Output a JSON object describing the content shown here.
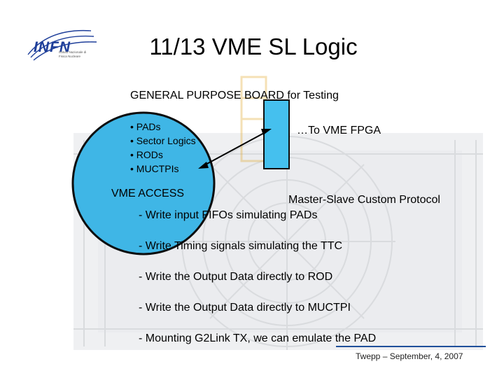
{
  "slide": {
    "title": "11/13 VME SL Logic",
    "logo": {
      "name": "INFN",
      "subtitle": "Istituto Nazionale di Fisica Nucleare"
    },
    "heading": "GENERAL PURPOSE BOARD for Testing",
    "targets": [
      "• PADs",
      "• Sector Logics",
      "• RODs",
      "• MUCTPIs"
    ],
    "fpga_label": "…To VME FPGA",
    "vme_access": "VME ACCESS",
    "protocol": "Master-Slave Custom Protocol",
    "bullets": [
      "- Write input FIFOs simulating PADs",
      "- Write Timing signals simulating the TTC",
      "- Write the Output Data directly to ROD",
      "- Write the Output Data directly to MUCTPI",
      "- Mounting G2Link TX, we can emulate the PAD"
    ],
    "footer": "Twepp – September, 4, 2007"
  },
  "colors": {
    "circle": "#3fb6e6",
    "box": "#45c0ee",
    "accent": "#1f4f9a",
    "logo": "#1f3f9a"
  }
}
